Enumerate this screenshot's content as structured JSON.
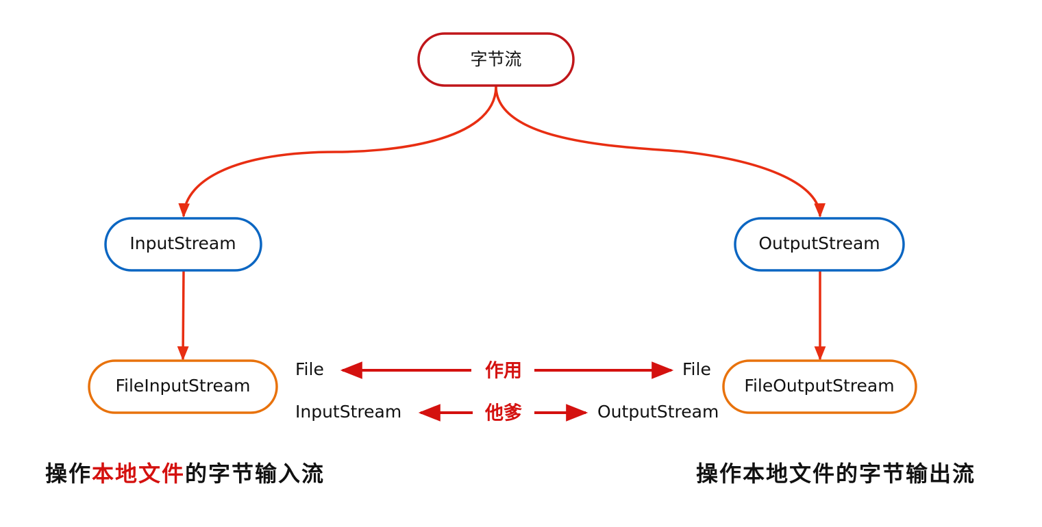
{
  "colors": {
    "root_border": "#c0161a",
    "level1_border": "#0b66c2",
    "level2_border": "#e8720c",
    "connector": "#e82e12",
    "arrow": "#d4110f",
    "highlight_text": "#d4110f",
    "text": "#111111"
  },
  "nodes": {
    "root": "字节流",
    "input_stream": "InputStream",
    "output_stream": "OutputStream",
    "file_input_stream": "FileInputStream",
    "file_output_stream": "FileOutputStream"
  },
  "middle": {
    "row1": {
      "left": "File",
      "center": "作用",
      "right": "File"
    },
    "row2": {
      "left": "InputStream",
      "center": "他爹",
      "right": "OutputStream"
    }
  },
  "captions": {
    "left": {
      "prefix": "操作",
      "highlight": "本地文件",
      "suffix": "的字节输入流"
    },
    "right": "操作本地文件的字节输出流"
  }
}
